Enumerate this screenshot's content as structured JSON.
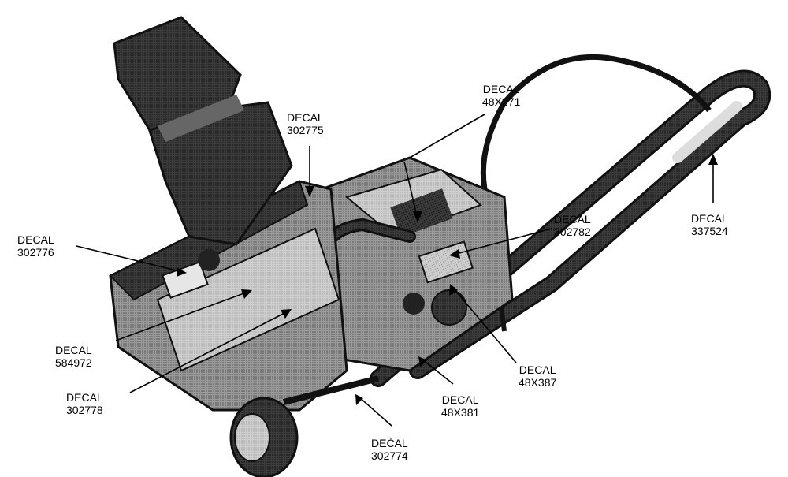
{
  "callouts": [
    {
      "word": "DECAL",
      "number": "48X271"
    },
    {
      "word": "DECAL",
      "number": "302775"
    },
    {
      "word": "DECAL",
      "number": "302776"
    },
    {
      "word": "DECAL",
      "number": "302782"
    },
    {
      "word": "DECAL",
      "number": "337524"
    },
    {
      "word": "DECAL",
      "number": "584972"
    },
    {
      "word": "DECAL",
      "number": "302778"
    },
    {
      "word": "DECAL",
      "number": "48X387"
    },
    {
      "word": "DECAL",
      "number": "48X381"
    },
    {
      "word": "DEČAL",
      "number": "302774"
    }
  ],
  "colors": {
    "ink": "#000000",
    "machine_dark": "#3a3a3a",
    "machine_mid": "#8c8c8c",
    "machine_light": "#c8c8c8",
    "decal_fill": "#e6e6e6"
  }
}
